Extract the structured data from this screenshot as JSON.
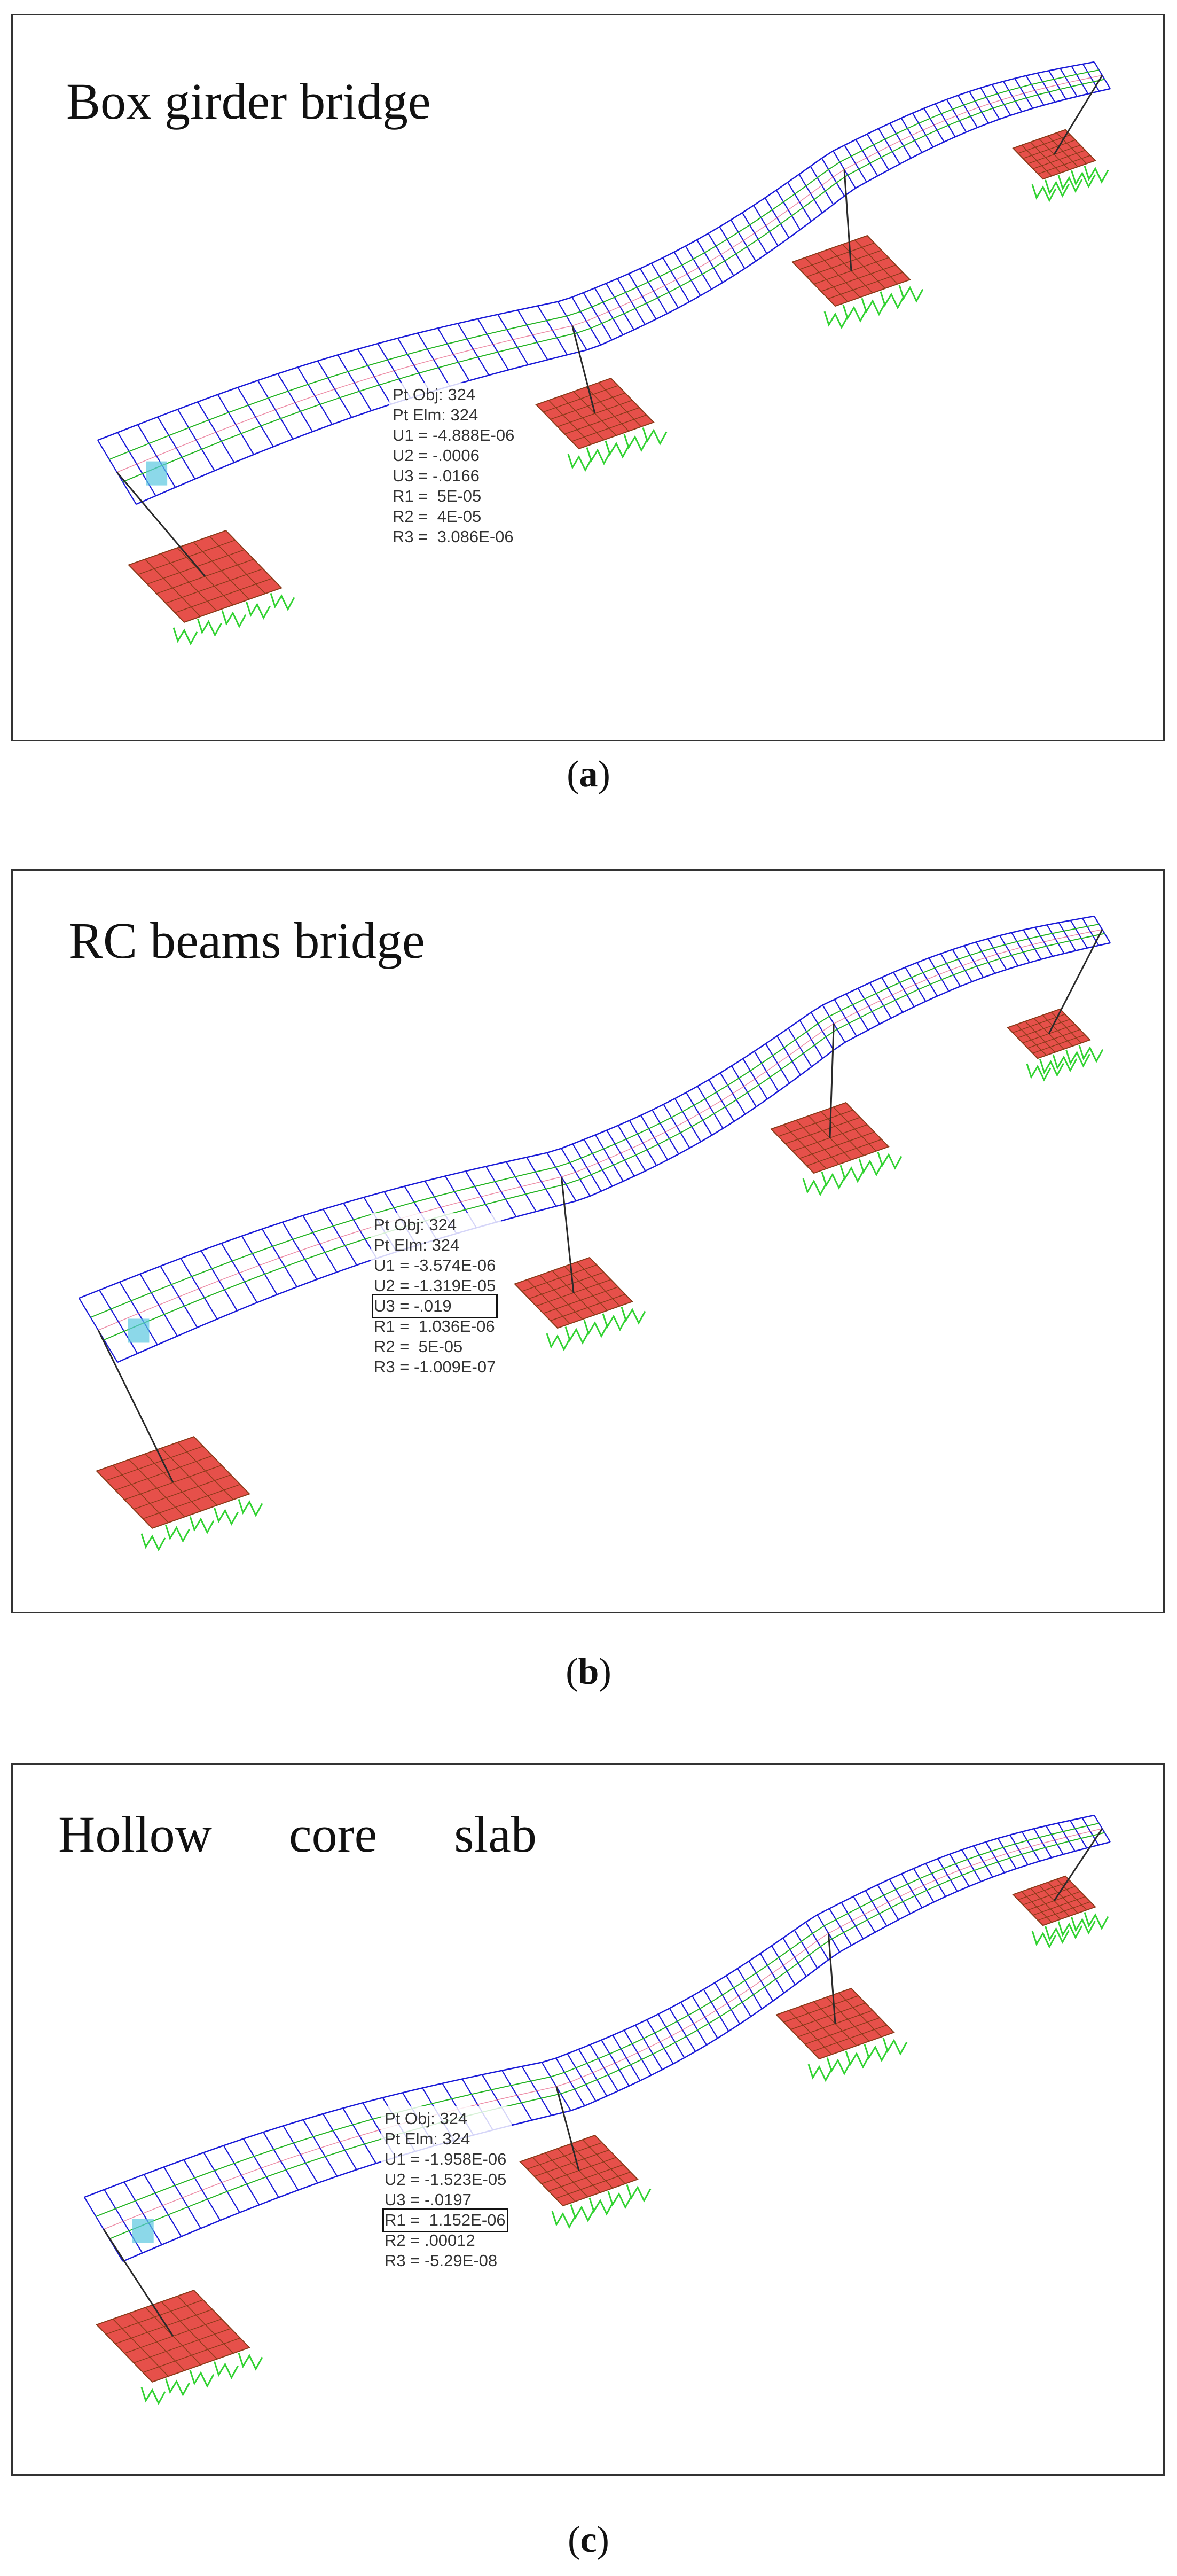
{
  "colors": {
    "deck_blue": "#1a1ad8",
    "deck_green": "#22b322",
    "frame_red": "#e0406a",
    "footing_red": "#e6504a",
    "footing_grid": "#8a3a1a",
    "support_green": "#32d232",
    "highlight_cyan": "#5bc8e0"
  },
  "panels": [
    {
      "title": "Box girder bridge",
      "caption_letter": "a",
      "joint": {
        "pt_obj": "Pt Obj: 324",
        "pt_elm": "Pt Elm: 324",
        "u1": "U1 = -4.888E-06",
        "u2": "U2 = -.0006",
        "u3": "U3 = -.0166",
        "r1": "R1 =  5E-05",
        "r2": "R2 =  4E-05",
        "r3": "R3 =  3.086E-06"
      }
    },
    {
      "title": "RC beams bridge",
      "caption_letter": "b",
      "joint": {
        "pt_obj": "Pt Obj: 324",
        "pt_elm": "Pt Elm: 324",
        "u1": "U1 = -3.574E-06",
        "u2": "U2 = -1.319E-05",
        "u3": "U3 = -.019",
        "r1": "R1 =  1.036E-06",
        "r2": "R2 =  5E-05",
        "r3": "R3 = -1.009E-07"
      }
    },
    {
      "title": "Hollow      core      slab",
      "caption_letter": "c",
      "joint": {
        "pt_obj": "Pt Obj: 324",
        "pt_elm": "Pt Elm: 324",
        "u1": "U1 = -1.958E-06",
        "u2": "U2 = -1.523E-05",
        "u3": "U3 = -.0197",
        "r1": "R1 =  1.152E-06",
        "r2": "R2 = .00012",
        "r3": "R3 = -5.29E-08"
      }
    }
  ]
}
